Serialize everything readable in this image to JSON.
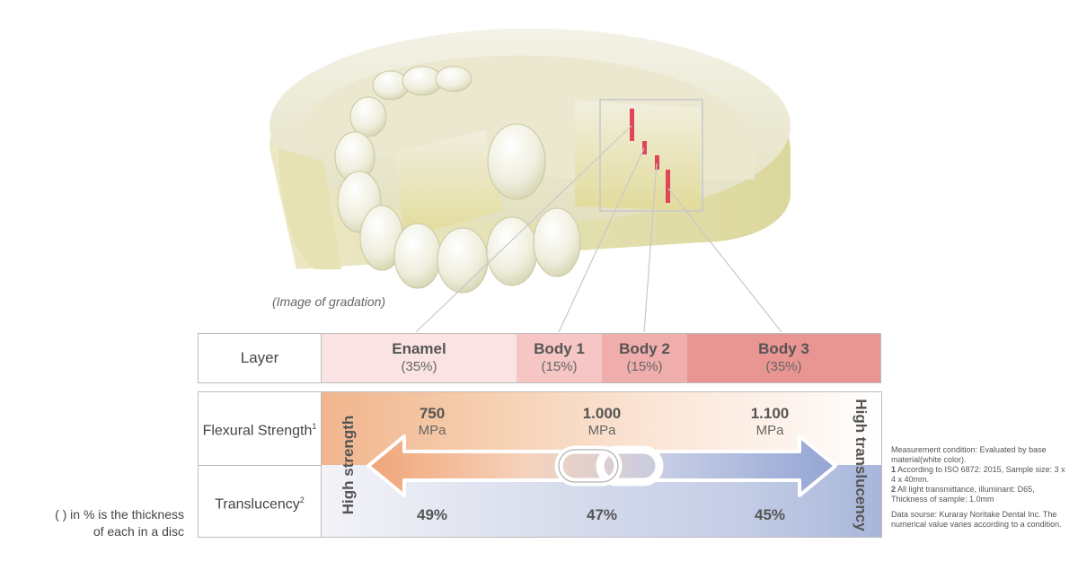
{
  "image_caption": "(Image of gradation)",
  "layer_table": {
    "row_label": "Layer",
    "layers": [
      {
        "name": "Enamel",
        "pct": "(35%)",
        "color": "#fbe3e3"
      },
      {
        "name": "Body 1",
        "pct": "(15%)",
        "color": "#f5c6c4"
      },
      {
        "name": "Body 2",
        "pct": "(15%)",
        "color": "#efaeab"
      },
      {
        "name": "Body 3",
        "pct": "(35%)",
        "color": "#e99591"
      }
    ]
  },
  "property_table": {
    "flexural_label": "Flexural Strength",
    "flexural_sup": "1",
    "translucency_label": "Translucency",
    "translucency_sup": "2",
    "flexural_values": [
      {
        "value": "750",
        "unit": "MPa"
      },
      {
        "value": "1.000",
        "unit": "MPa"
      },
      {
        "value": "1.100",
        "unit": "MPa"
      }
    ],
    "translucency_values": [
      "49%",
      "47%",
      "45%"
    ],
    "left_label": "High strength",
    "right_label": "High translucency"
  },
  "thickness_note": "( ) in % is the thickness of each in a disc",
  "measurement_notes": {
    "intro": "Measurement condition: Evaluated by base material(white color).",
    "note1_num": "1",
    "note1": "According to ISO 6872: 2015, Sample size: 3 x 4 x 40mm.",
    "note2_num": "2",
    "note2": "All light transmittance, illuminant: D65, Thickness of sample: 1.0mm",
    "source": "Data sourse: Kuraray Noritake Dental Inc. The numerical value varies according to a condition."
  },
  "colors": {
    "enamel": "#fbe3e3",
    "body1": "#f5c6c4",
    "body2": "#efaeab",
    "body3": "#e99591",
    "strength_gradient": "#f1b58d",
    "translucency_gradient": "#a8b6da",
    "marker": "#e0455a"
  }
}
